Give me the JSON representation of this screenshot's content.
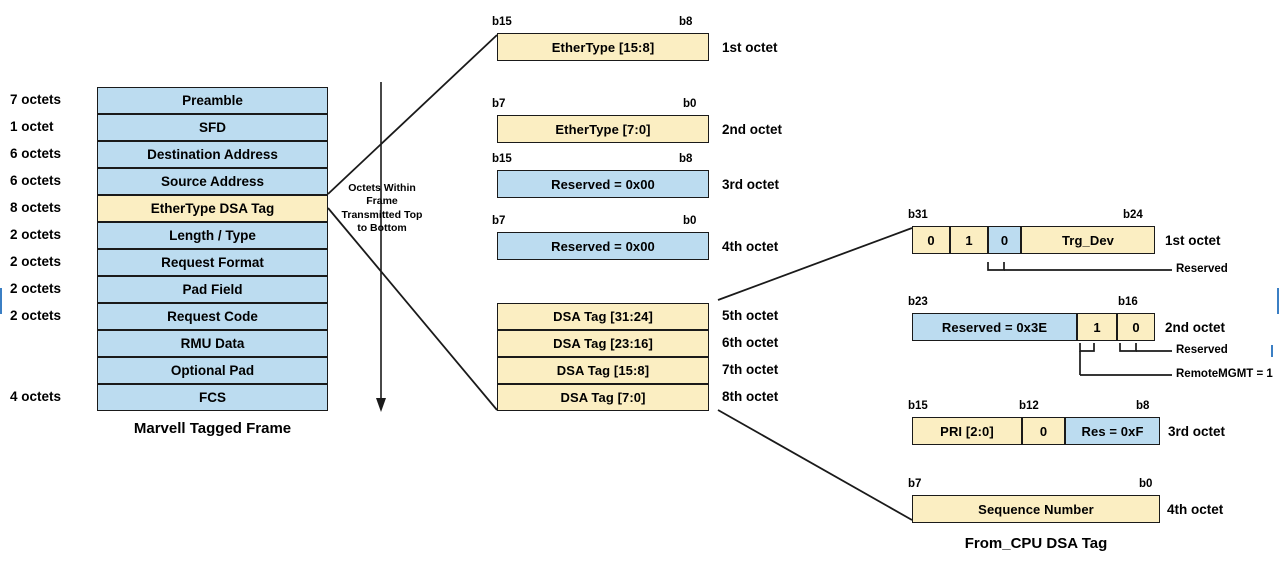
{
  "colors": {
    "blue_fill": "#bcdcf0",
    "yellow_fill": "#fbeec2",
    "stroke": "#1a1a1a",
    "background": "#ffffff"
  },
  "frame": {
    "caption": "Marvell Tagged Frame",
    "rows": [
      {
        "size": "7 octets",
        "name": "Preamble",
        "fill": "blue"
      },
      {
        "size": "1 octet",
        "name": "SFD",
        "fill": "blue"
      },
      {
        "size": "6 octets",
        "name": "Destination Address",
        "fill": "blue"
      },
      {
        "size": "6 octets",
        "name": "Source Address",
        "fill": "blue"
      },
      {
        "size": "8 octets",
        "name": "EtherType DSA Tag",
        "fill": "yellow"
      },
      {
        "size": "2 octets",
        "name": "Length / Type",
        "fill": "blue"
      },
      {
        "size": "2 octets",
        "name": "Request Format",
        "fill": "blue"
      },
      {
        "size": "2 octets",
        "name": "Pad Field",
        "fill": "blue"
      },
      {
        "size": "2 octets",
        "name": "Request Code",
        "fill": "blue"
      },
      {
        "size": "",
        "name": "RMU Data",
        "fill": "blue"
      },
      {
        "size": "",
        "name": "Optional Pad",
        "fill": "blue"
      },
      {
        "size": "4 octets",
        "name": "FCS",
        "fill": "blue"
      }
    ]
  },
  "center_note": "Octets Within\nFrame\nTransmitted Top\nto Bottom",
  "ethertype_tag": {
    "octets": [
      {
        "label": "1st octet",
        "bit_left": "b15",
        "bit_right": "b8",
        "text": "EtherType [15:8]",
        "fill": "yellow"
      },
      {
        "label": "2nd octet",
        "bit_left": "b7",
        "bit_right": "b0",
        "text": "EtherType [7:0]",
        "fill": "yellow"
      },
      {
        "label": "3rd octet",
        "bit_left": "b15",
        "bit_right": "b8",
        "text": "Reserved = 0x00",
        "fill": "blue"
      },
      {
        "label": "4th octet",
        "bit_left": "b7",
        "bit_right": "b0",
        "text": "Reserved = 0x00",
        "fill": "blue"
      }
    ],
    "dsa_group": [
      {
        "label": "5th octet",
        "text": "DSA Tag [31:24]",
        "fill": "yellow"
      },
      {
        "label": "6th octet",
        "text": "DSA Tag [23:16]",
        "fill": "yellow"
      },
      {
        "label": "7th octet",
        "text": "DSA Tag [15:8]",
        "fill": "yellow"
      },
      {
        "label": "8th octet",
        "text": "DSA Tag [7:0]",
        "fill": "yellow"
      }
    ]
  },
  "from_cpu_dsa_tag": {
    "caption": "From_CPU DSA Tag",
    "octet1": {
      "label": "1st octet",
      "bit_left": "b31",
      "bit_right": "b24",
      "fields": [
        {
          "text": "0",
          "fill": "yellow"
        },
        {
          "text": "1",
          "fill": "yellow"
        },
        {
          "text": "0",
          "fill": "blue"
        },
        {
          "text": "Trg_Dev",
          "fill": "yellow"
        }
      ],
      "callouts": [
        "Reserved"
      ]
    },
    "octet2": {
      "label": "2nd octet",
      "bit_left": "b23",
      "bit_right": "b16",
      "fields": [
        {
          "text": "Reserved = 0x3E",
          "fill": "blue"
        },
        {
          "text": "1",
          "fill": "yellow"
        },
        {
          "text": "0",
          "fill": "yellow"
        }
      ],
      "callouts": [
        "Reserved",
        "RemoteMGMT = 1"
      ]
    },
    "octet3": {
      "label": "3rd octet",
      "bit_left": "b15",
      "bit_mid": "b12",
      "bit_right": "b8",
      "fields": [
        {
          "text": "PRI [2:0]",
          "fill": "yellow"
        },
        {
          "text": "0",
          "fill": "yellow"
        },
        {
          "text": "Res = 0xF",
          "fill": "blue"
        }
      ]
    },
    "octet4": {
      "label": "4th octet",
      "bit_left": "b7",
      "bit_right": "b0",
      "fields": [
        {
          "text": "Sequence Number",
          "fill": "yellow"
        }
      ]
    }
  }
}
